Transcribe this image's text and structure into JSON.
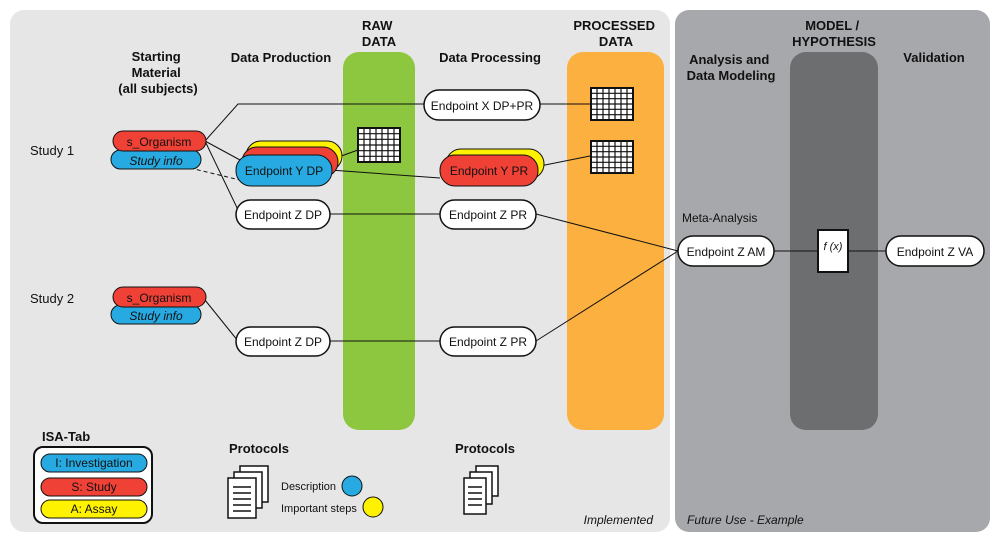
{
  "headers": {
    "starting_material": [
      "Starting",
      "Material",
      "(all subjects)"
    ],
    "data_production": "Data Production",
    "raw_data": [
      "RAW",
      "DATA"
    ],
    "data_processing": "Data Processing",
    "processed_data": [
      "PROCESSED",
      "DATA"
    ],
    "analysis": [
      "Analysis and",
      "Data Modeling"
    ],
    "model": [
      "MODEL /",
      "HYPOTHESIS"
    ],
    "validation": "Validation"
  },
  "studies": {
    "study1": "Study 1",
    "study2": "Study 2",
    "organism": "s_Organism",
    "study_info": "Study info"
  },
  "nodes": {
    "endpoint_x_dppr": "Endpoint X DP+PR",
    "endpoint_y_dp": "Endpoint Y DP",
    "endpoint_y_pr": "Endpoint Y PR",
    "endpoint_z_dp_1": "Endpoint Z DP",
    "endpoint_z_pr_1": "Endpoint Z PR",
    "endpoint_z_dp_2": "Endpoint Z DP",
    "endpoint_z_pr_2": "Endpoint Z PR",
    "meta_analysis": "Meta-Analysis",
    "endpoint_z_am": "Endpoint Z AM",
    "function": "f (x)",
    "endpoint_z_va": "Endpoint Z VA"
  },
  "legend": {
    "title": "ISA-Tab",
    "investigation": "I: Investigation",
    "study": "S: Study",
    "assay": "A: Assay"
  },
  "protocols": {
    "label_left": "Protocols",
    "label_right": "Protocols",
    "description": "Description",
    "important_steps": "Important steps"
  },
  "footer": {
    "implemented": "Implemented",
    "future": "Future Use - Example"
  },
  "colors": {
    "left_panel": "#e6e6e6",
    "right_panel": "#a7a8ab",
    "model_column": "#6d6e70",
    "raw_column": "#8dc63f",
    "processed_column": "#fbb040",
    "investigation_blue": "#27aae1",
    "study_red": "#ef4136",
    "assay_yellow": "#fff200"
  }
}
